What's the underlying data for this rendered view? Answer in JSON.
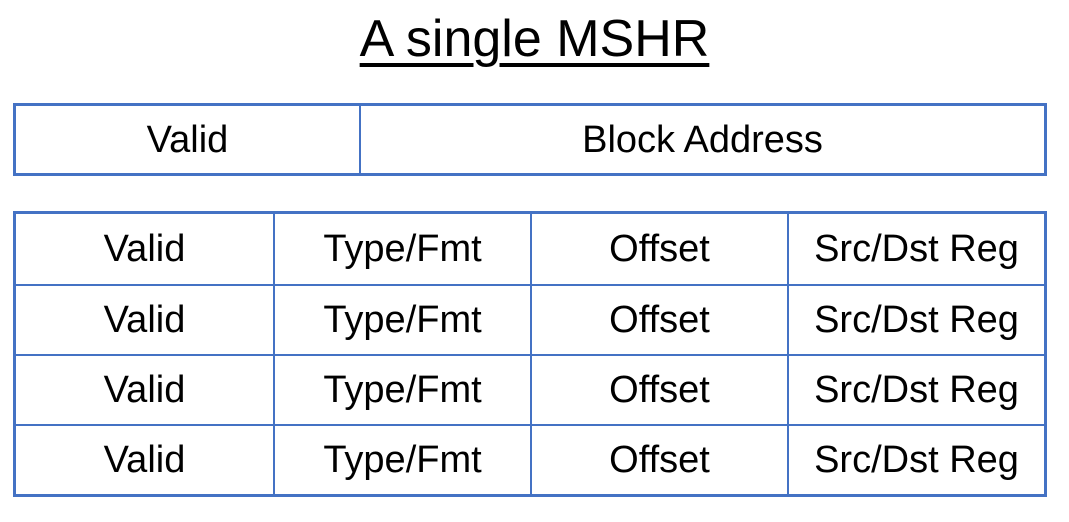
{
  "title": "A single MSHR",
  "colors": {
    "border": "#4472C4",
    "text": "#000000",
    "background": "#FFFFFF"
  },
  "mshr_register": {
    "cells": [
      "Valid",
      "Block Address"
    ]
  },
  "subentry_table": {
    "rows": [
      [
        "Valid",
        "Type/Fmt",
        "Offset",
        "Src/Dst Reg"
      ],
      [
        "Valid",
        "Type/Fmt",
        "Offset",
        "Src/Dst Reg"
      ],
      [
        "Valid",
        "Type/Fmt",
        "Offset",
        "Src/Dst Reg"
      ],
      [
        "Valid",
        "Type/Fmt",
        "Offset",
        "Src/Dst Reg"
      ]
    ]
  }
}
